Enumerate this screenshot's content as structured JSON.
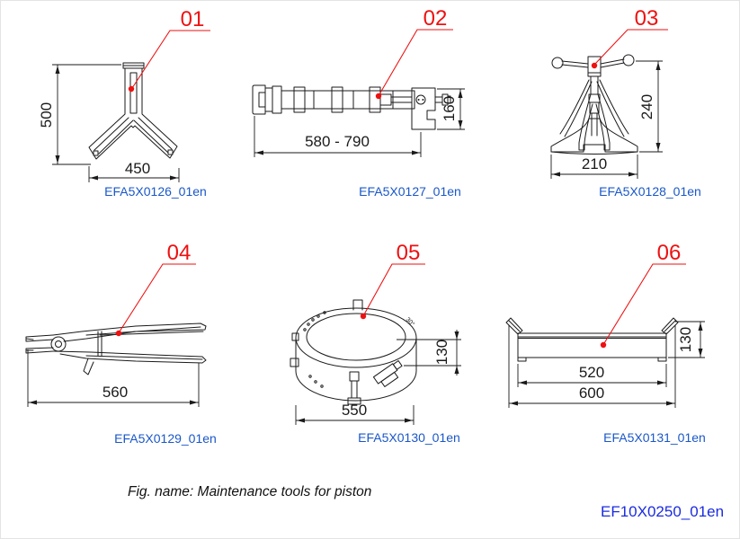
{
  "figure": {
    "caption": "Fig. name: Maintenance tools for piston",
    "code": "EF10X0250_01en"
  },
  "colors": {
    "ink": "#1a1a1a",
    "red": "#ee1111",
    "blue_code": "#1a57c8",
    "blue_fig": "#1b2be0"
  },
  "tools": [
    {
      "number": "01",
      "code": "EFA5X0126_01en",
      "dim_height": "500",
      "dim_width": "450"
    },
    {
      "number": "02",
      "code": "EFA5X0127_01en",
      "dim_length": "580 - 790",
      "dim_height": "160"
    },
    {
      "number": "03",
      "code": "EFA5X0128_01en",
      "dim_height": "240",
      "dim_width": "210"
    },
    {
      "number": "04",
      "code": "EFA5X0129_01en",
      "dim_length": "560"
    },
    {
      "number": "05",
      "code": "EFA5X0130_01en",
      "dim_diameter": "550",
      "dim_height": "130",
      "band_marking": "30°"
    },
    {
      "number": "06",
      "code": "EFA5X0131_01en",
      "dim_inner_width": "520",
      "dim_outer_width": "600",
      "dim_height": "130"
    }
  ]
}
